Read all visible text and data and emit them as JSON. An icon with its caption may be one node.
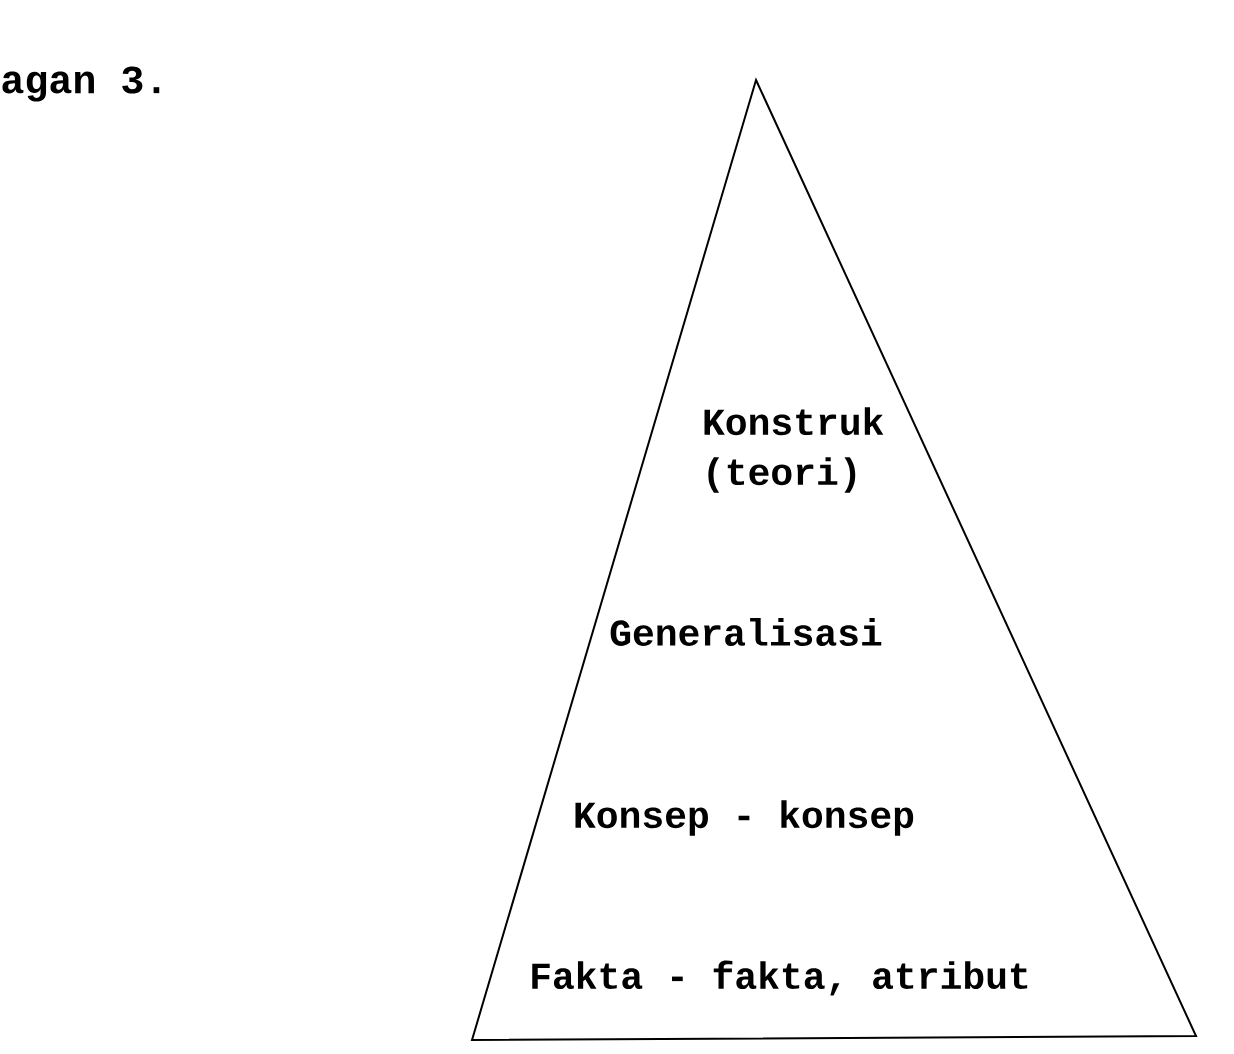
{
  "diagram": {
    "title": "agan 3.",
    "nodes": [
      {
        "text": [
          "Konstruk (teori)",
          "Generalisasi",
          "Konsep - konsep",
          "Fakta - fakta, atribut"
        ]
      }
    ]
  }
}
